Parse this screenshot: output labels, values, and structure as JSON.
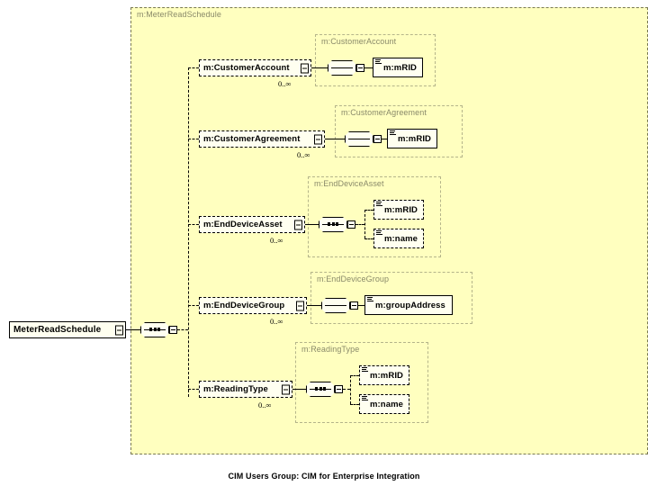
{
  "diagram": {
    "type": "xsd-schema-tree",
    "root": {
      "label": "MeterReadSchedule",
      "border": "solid",
      "has_toggle": true
    },
    "outer_group": {
      "label": "m:MeterReadSchedule"
    },
    "branches": [
      {
        "element": {
          "label": "m:CustomerAccount",
          "border": "dashed",
          "has_toggle": true,
          "cardinality": "0..∞"
        },
        "group_label": "m:CustomerAccount",
        "children": [
          {
            "label": "m:mRID",
            "border": "solid",
            "marker": true
          }
        ]
      },
      {
        "element": {
          "label": "m:CustomerAgreement",
          "border": "dashed",
          "has_toggle": true,
          "cardinality": "0..∞"
        },
        "group_label": "m:CustomerAgreement",
        "children": [
          {
            "label": "m:mRID",
            "border": "solid",
            "marker": true
          }
        ]
      },
      {
        "element": {
          "label": "m:EndDeviceAsset",
          "border": "dashed",
          "has_toggle": true,
          "cardinality": "0..∞"
        },
        "group_label": "m:EndDeviceAsset",
        "children": [
          {
            "label": "m:mRID",
            "border": "dashed",
            "marker": true
          },
          {
            "label": "m:name",
            "border": "dashed",
            "marker": true
          }
        ]
      },
      {
        "element": {
          "label": "m:EndDeviceGroup",
          "border": "dashed",
          "has_toggle": true,
          "cardinality": "0..∞"
        },
        "group_label": "m:EndDeviceGroup",
        "children": [
          {
            "label": "m:groupAddress",
            "border": "solid",
            "marker": true
          }
        ]
      },
      {
        "element": {
          "label": "m:ReadingType",
          "border": "dashed",
          "has_toggle": true,
          "cardinality": "0..∞"
        },
        "group_label": "m:ReadingType",
        "children": [
          {
            "label": "m:mRID",
            "border": "dashed",
            "marker": true
          },
          {
            "label": "m:name",
            "border": "dashed",
            "marker": true
          }
        ]
      }
    ]
  },
  "footer": {
    "text": "CIM Users Group: CIM for Enterprise Integration"
  },
  "colors": {
    "group_fill": "#ffffbf",
    "node_fill": "#fffff0",
    "group_border": "#7a7a52",
    "group_label": "#8a8a6a",
    "shadow": "#b9b9b9",
    "page_background": "#ffffff"
  }
}
